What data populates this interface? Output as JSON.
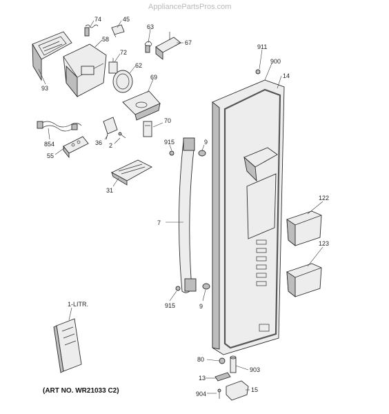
{
  "watermark": "AppliancePartsPros.com",
  "art_number": "(ART NO. WR21033 C2)",
  "callouts": {
    "p74": "74",
    "p45": "45",
    "p58": "58",
    "p63": "63",
    "p67": "67",
    "p72": "72",
    "p62": "62",
    "p93": "93",
    "p69": "69",
    "p911": "911",
    "p900": "900",
    "p14": "14",
    "p70": "70",
    "p854": "854",
    "p36": "36",
    "p2": "2",
    "p915a": "915",
    "p9a": "9",
    "p55": "55",
    "p31": "31",
    "p7": "7",
    "p122": "122",
    "p123": "123",
    "p915b": "915",
    "p9b": "9",
    "p1litr": "1-LITR.",
    "p80": "80",
    "p903": "903",
    "p13": "13",
    "p904": "904",
    "p15": "15"
  }
}
